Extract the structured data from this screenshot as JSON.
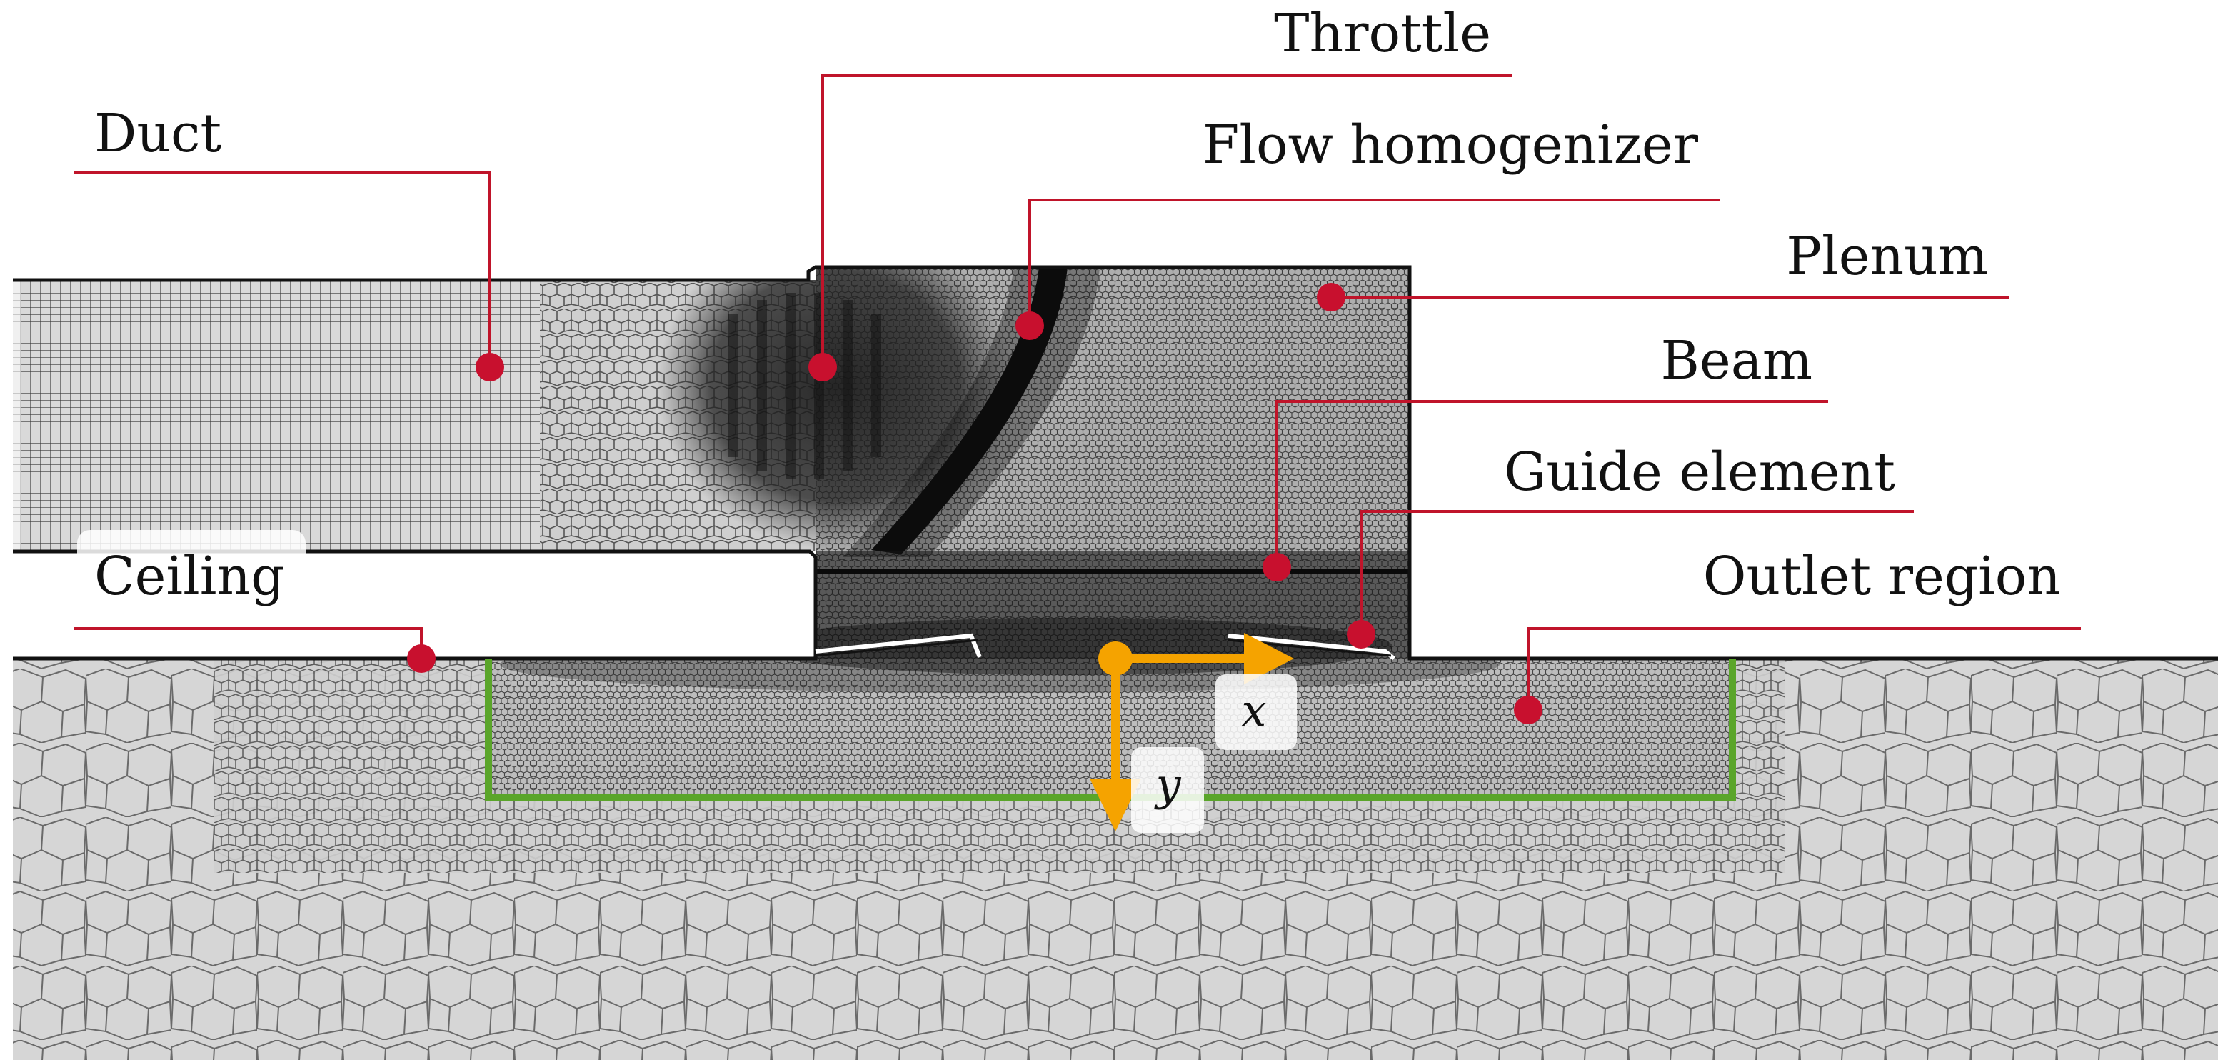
{
  "colors": {
    "leader": "#c0142a",
    "marker": "#c8102e",
    "axis": "#f5a300",
    "region_outline": "#5aa52a",
    "mesh_fine": "#2a2a2a",
    "mesh_coarse": "#d4d4d4",
    "wall": "#111111"
  },
  "labels": {
    "duct": "Duct",
    "throttle": "Throttle",
    "flow_homogenizer": "Flow homogenizer",
    "plenum": "Plenum",
    "beam": "Beam",
    "guide_element": "Guide element",
    "ceiling": "Ceiling",
    "outlet_region": "Outlet region"
  },
  "axes": {
    "x_label": "x",
    "y_label": "y"
  }
}
